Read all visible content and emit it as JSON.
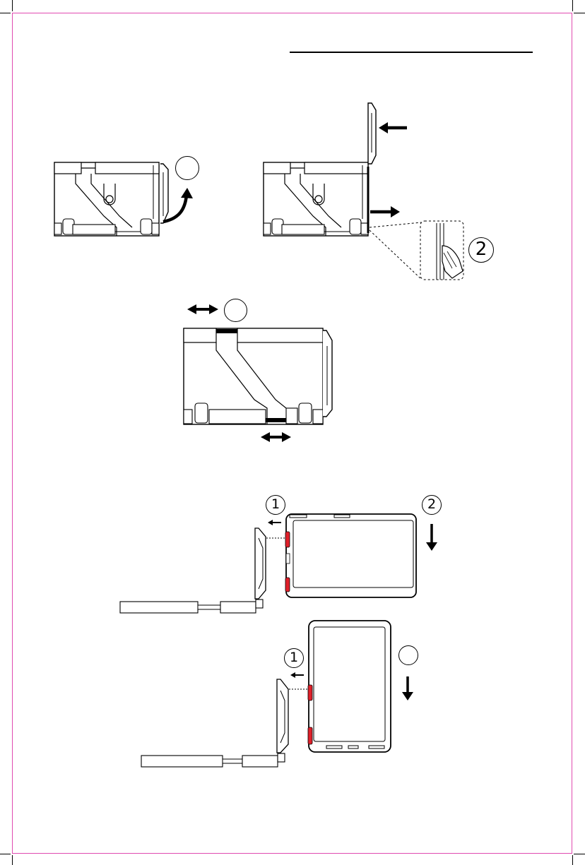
{
  "steps": {
    "tablet_landscape": {
      "step1": "1",
      "step2": "2"
    },
    "tablet_portrait": {
      "step1": "1"
    },
    "latch_release": {
      "step2": "2"
    }
  },
  "colors": {
    "page_border": "#e04ab0",
    "ink": "#000000",
    "latch_red": "#e0202a"
  },
  "icons": [
    "curved-arrow-icon",
    "arrow-left-icon",
    "arrow-right-icon",
    "double-arrow-icon",
    "arrow-down-icon",
    "finger-press-icon"
  ]
}
